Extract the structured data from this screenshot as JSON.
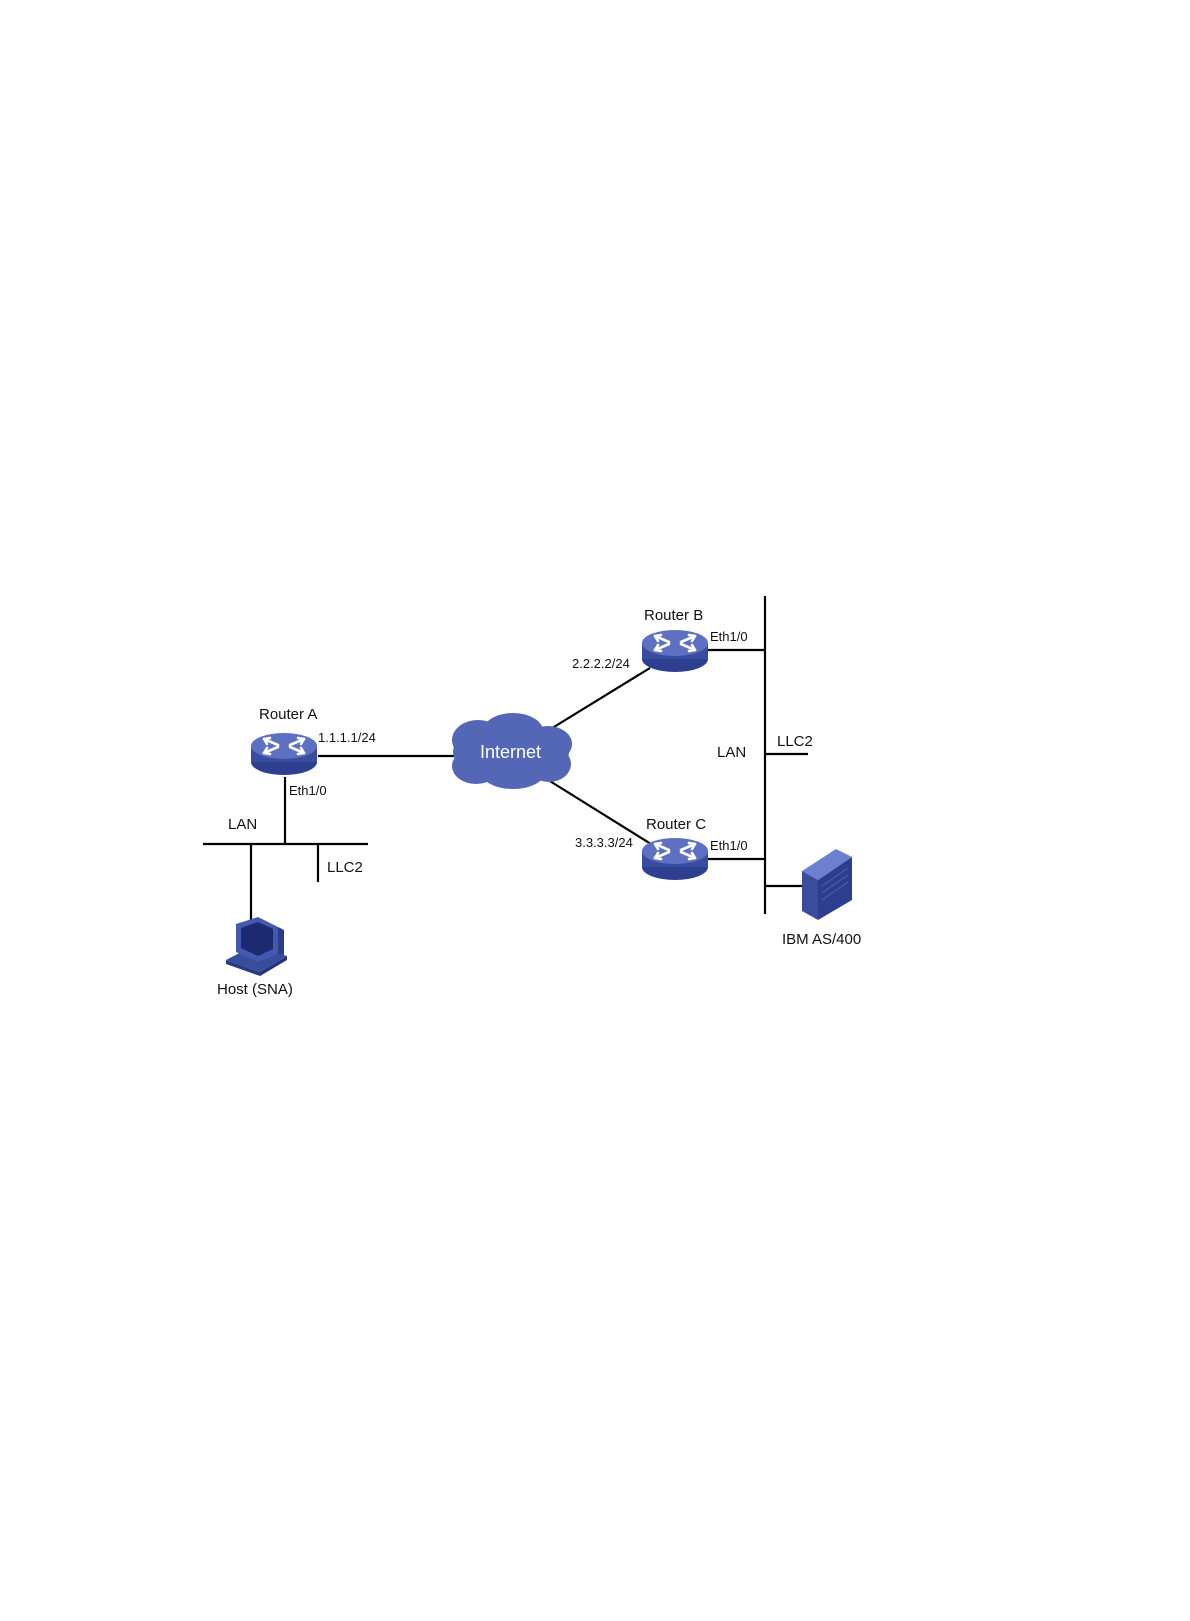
{
  "nodes": {
    "router_a": {
      "label": "Router A",
      "ip": "1.1.1.1/24",
      "iface": "Eth1/0",
      "badge": "ROUTER"
    },
    "router_b": {
      "label": "Router B",
      "ip": "2.2.2.2/24",
      "iface": "Eth1/0",
      "badge": "ROUTER"
    },
    "router_c": {
      "label": "Router C",
      "ip": "3.3.3.3/24",
      "iface": "Eth1/0",
      "badge": "ROUTER"
    },
    "internet": {
      "label": "Internet"
    },
    "host": {
      "label": "Host (SNA)"
    },
    "server": {
      "label": "IBM AS/400"
    }
  },
  "segments": {
    "left": {
      "lan": "LAN",
      "llc2": "LLC2"
    },
    "right": {
      "lan": "LAN",
      "llc2": "LLC2"
    }
  },
  "colors": {
    "device_blue": "#3f52a8",
    "device_light": "#6274c4",
    "cloud": "#5466b6",
    "line": "#000000"
  },
  "icons": {
    "router": "router-icon",
    "cloud": "cloud-icon",
    "host": "workstation-icon",
    "server": "server-tower-icon"
  }
}
